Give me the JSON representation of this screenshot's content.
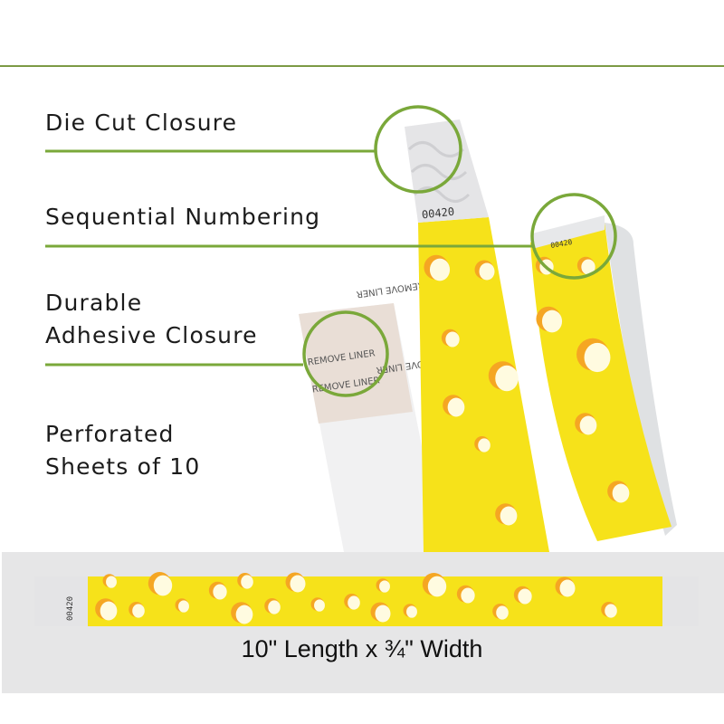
{
  "features": [
    {
      "label": "Die Cut Closure"
    },
    {
      "label": "Sequential Numbering"
    },
    {
      "label_line1": "Durable",
      "label_line2": "Adhesive Closure"
    },
    {
      "label_line1": "Perforated",
      "label_line2": "Sheets of 10"
    }
  ],
  "wristband": {
    "serial_number": "00420",
    "liner_text": "REMOVE LINER",
    "colors": {
      "band": "#f6e21a",
      "spot": "#fffbe0",
      "spot_shadow": "#f5a623",
      "tab": "#e4e4e6",
      "accent_line": "#7aa83a"
    }
  },
  "dimensions": {
    "caption": "10\" Length x ¾\" Width"
  }
}
